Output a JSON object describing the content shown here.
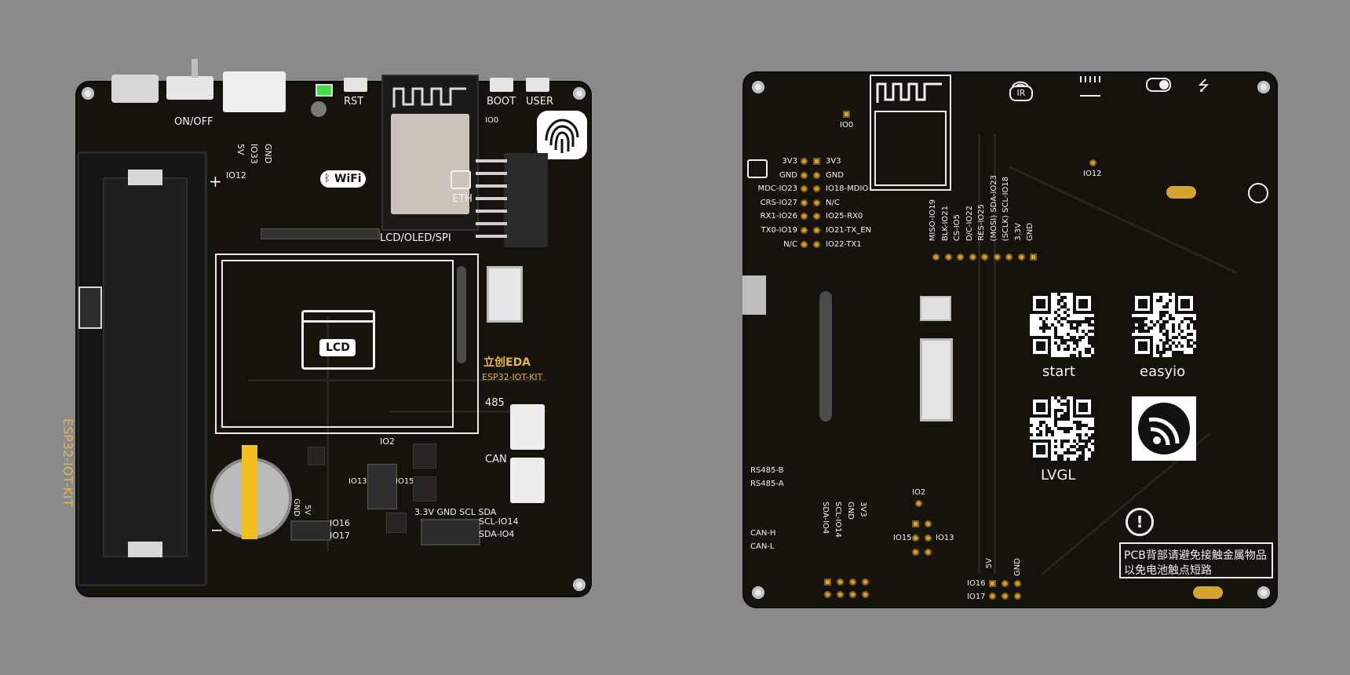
{
  "front": {
    "top_labels": {
      "onoff": "ON/OFF",
      "rst": "RST",
      "boot": "BOOT",
      "user": "USER",
      "v5": "5V",
      "io33": "IO33",
      "gnd": "GND",
      "io0": "IO0",
      "io12": "IO12"
    },
    "wifi": "WiFi",
    "eth": "ETH",
    "lcd_header": "LCD/OLED/SPI",
    "lcd": "LCD",
    "brand": "立创EDA",
    "kit": "ESP32-IOT-KIT",
    "side_kit": "ESP32-IOT-KIT",
    "port485": "485",
    "can": "CAN",
    "io2": "IO2",
    "io13": "IO13",
    "io15": "IO15",
    "io16": "IO16",
    "io17": "IO17",
    "gnd_v5": "GND",
    "v5b": "5V",
    "i2c_header": "3.3V GND SCL SDA",
    "scl": "SCL-IO14",
    "sda": "SDA-IO4",
    "plus": "+",
    "minus": "−"
  },
  "back": {
    "left_pins": [
      {
        "l": "3V3",
        "r": "3V3"
      },
      {
        "l": "GND",
        "r": "GND"
      },
      {
        "l": "MDC-IO23",
        "r": "IO18-MDIO"
      },
      {
        "l": "CRS-IO27",
        "r": "N/C"
      },
      {
        "l": "RX1-IO26",
        "r": "IO25-RX0"
      },
      {
        "l": "TX0-IO19",
        "r": "IO21-TX_EN"
      },
      {
        "l": "N/C",
        "r": "IO22-TX1"
      }
    ],
    "lcd_pins": [
      "MISO-IO19",
      "BLK-IO21",
      "CS-IO5",
      "D/C-IO22",
      "RES-IO25",
      "(MOSI) SDA-IO23",
      "(SCLK) SCL-IO18",
      "3.3V",
      "GND"
    ],
    "io0": "IO0",
    "io12": "IO12",
    "ir": "IR",
    "qr_start": "start",
    "qr_easyio": "easyio",
    "qr_lvgl": "LVGL",
    "rs485b": "RS485-B",
    "rs485a": "RS485-A",
    "canh": "CAN-H",
    "canl": "CAN-L",
    "io2": "IO2",
    "io15": "IO15",
    "io13": "IO13",
    "i2c": [
      "SDA-IO4",
      "SCL-IO14",
      "GND",
      "3V3"
    ],
    "io16": "IO16",
    "io17": "IO17",
    "v5": "5V",
    "gnd": "GND",
    "warning_line1": "PCB背部请避免接触金属物品",
    "warning_line2": "以免电池触点短路",
    "warning_icon": "exclamation-icon"
  }
}
